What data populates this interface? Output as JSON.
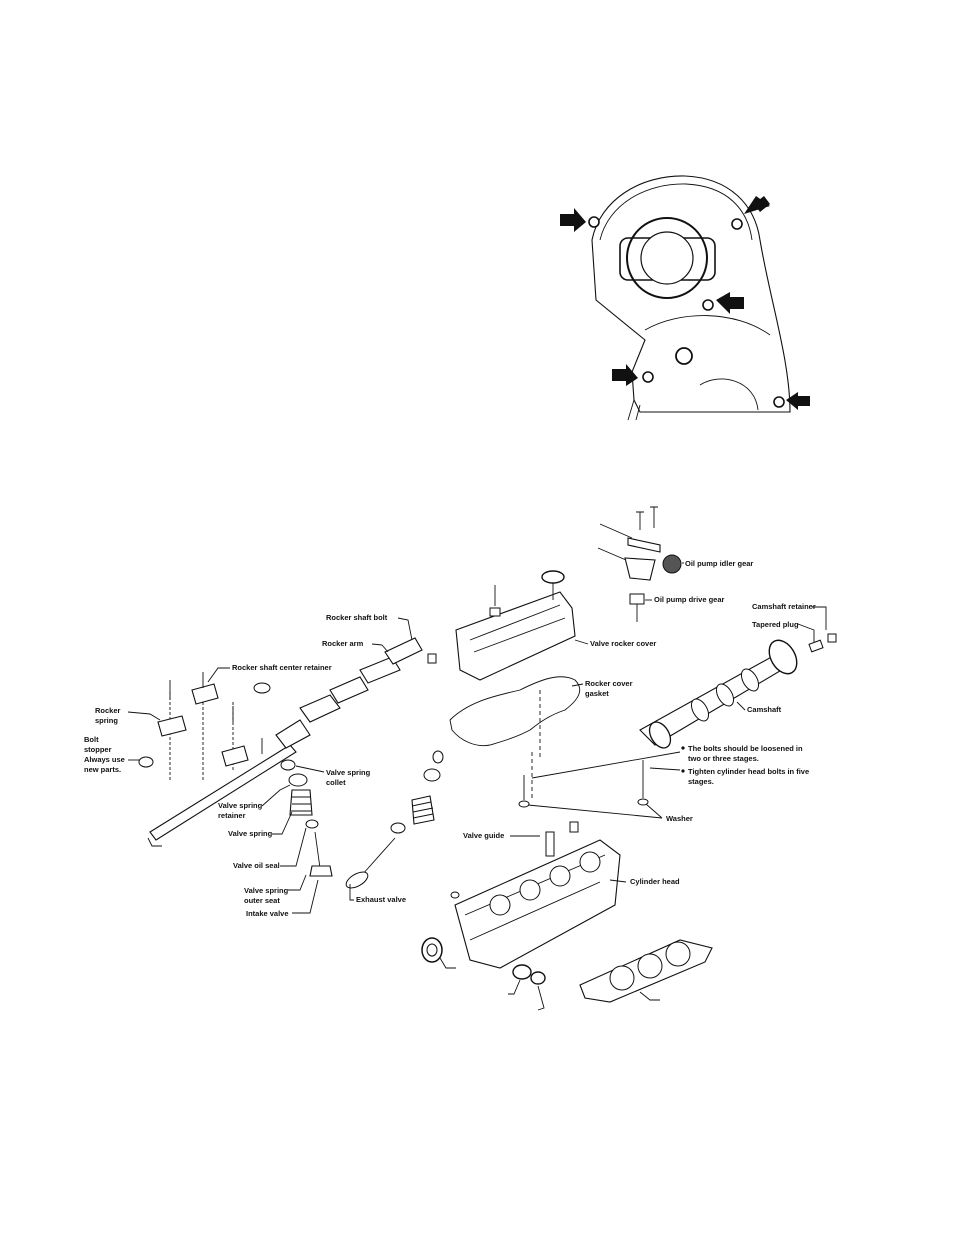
{
  "labels": {
    "oil_pump_idler_gear": "Oil pump idler gear",
    "oil_pump_drive_gear": "Oil pump drive gear",
    "valve_rocker_cover": "Valve rocker cover",
    "rocker_cover_gasket_1": "Rocker cover",
    "rocker_cover_gasket_2": "gasket",
    "camshaft_retainer": "Camshaft retainer",
    "tapered_plug": "Tapered plug",
    "camshaft": "Camshaft",
    "rocker_shaft_bolt": "Rocker shaft bolt",
    "rocker_arm": "Rocker arm",
    "rocker_shaft_center_retainer": "Rocker shaft center retainer",
    "rocker_spring_1": "Rocker",
    "rocker_spring_2": "spring",
    "bolt_stopper_1": "Bolt",
    "bolt_stopper_2": "stopper",
    "always_use_1": "Always use",
    "always_use_2": "new parts.",
    "valve_spring_collet_1": "Valve spring",
    "valve_spring_collet_2": "collet",
    "valve_spring_retainer_1": "Valve spring",
    "valve_spring_retainer_2": "retainer",
    "valve_spring": "Valve spring",
    "valve_oil_seal": "Valve oil seal",
    "valve_spring_outer_seat_1": "Valve spring",
    "valve_spring_outer_seat_2": "outer seat",
    "intake_valve": "Intake valve",
    "exhaust_valve": "Exhaust valve",
    "note_1_line1": "The bolts should be loosened in",
    "note_1_line2": "two or three stages.",
    "note_2_line1": "Tighten cylinder head bolts in five",
    "note_2_line2": "stages.",
    "washer": "Washer",
    "valve_guide": "Valve guide",
    "cylinder_head": "Cylinder head"
  }
}
